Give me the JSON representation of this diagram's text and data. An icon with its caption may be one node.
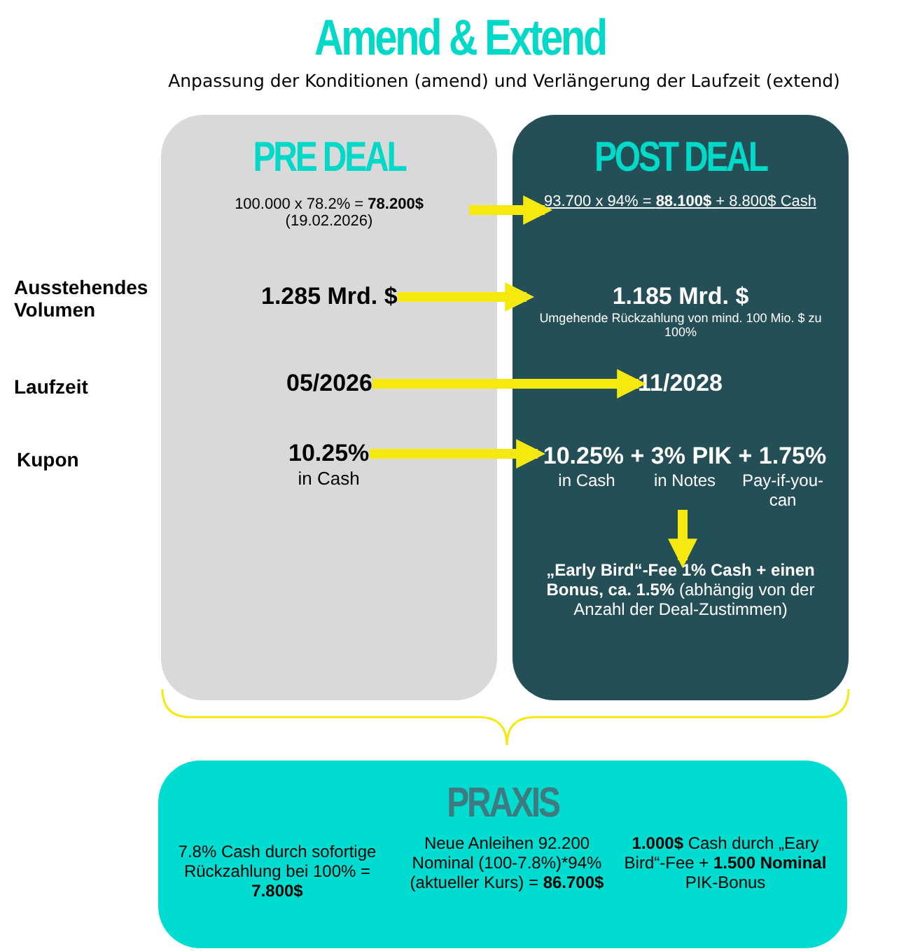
{
  "diagram": {
    "title": "Amend & Extend",
    "nodes": [
      {
        "text": [
          "PRE DEAL"
        ]
      },
      {
        "text": [
          "POST DEAL"
        ]
      },
      {
        "text": [
          "100.000 x 78.2% = **78.200$** (19.02.2026)"
        ],
        "in": 0
      },
      {
        "text": [
          "1.285 Mrd. $"
        ],
        "in": 0
      },
      {
        "text": [
          "05/2026"
        ],
        "in": 0
      },
      {
        "text": [
          "10.25%",
          "in Cash"
        ],
        "in": 0
      },
      {
        "text": [
          "93.700 x 94% = **88.100$** + 8.800$ Cash"
        ],
        "in": 1
      },
      {
        "text": [
          "1.185 Mrd. $",
          "Umgehende Rückzahlung von mind. 100 Mio. $ zu 100%"
        ],
        "in": 1
      },
      {
        "text": [
          "11/2028"
        ],
        "in": 1
      },
      {
        "text": [
          "10.25% + 3% PIK + 1.75%",
          "in Cash",
          "in Notes",
          "Pay-if-you-can"
        ],
        "in": 1
      },
      {
        "text": [
          "**„Early Bird“-Fee 1% Cash + einen Bonus, ca. 1.5%** (abhängig von der Anzahl der Deal-Zustimmen)"
        ],
        "in": 1
      },
      {
        "text": [
          "PRAXIS"
        ]
      },
      {
        "text": [
          "7.8% Cash durch sofortige Rückzahlung bei 100% = **7.800$**"
        ],
        "in": 11
      },
      {
        "text": [
          "Neue Anleihen 92.200 Nominal (100-7.8%)*94% (aktueller Kurs) = **86.700$**"
        ],
        "in": 11
      },
      {
        "text": [
          "**1.000$** Cash durch „Eary Bird“-Fee + **1.500 Nominal** PIK-Bonus"
        ],
        "in": 11
      }
    ],
    "edges": [
      {
        "from": 2,
        "to": 6,
        "arrow": "to"
      },
      {
        "from": 3,
        "to": 7,
        "arrow": "to"
      },
      {
        "from": 4,
        "to": 8,
        "arrow": "to"
      },
      {
        "from": 5,
        "to": 9,
        "arrow": "to"
      },
      {
        "from": 9,
        "to": 10,
        "arrow": "to"
      }
    ],
    "labels": [
      "Anpassung der Konditionen (amend) und Verlängerung der Laufzeit (extend)",
      "Ausstehendes Volumen",
      "Laufzeit",
      "Kupon"
    ]
  }
}
